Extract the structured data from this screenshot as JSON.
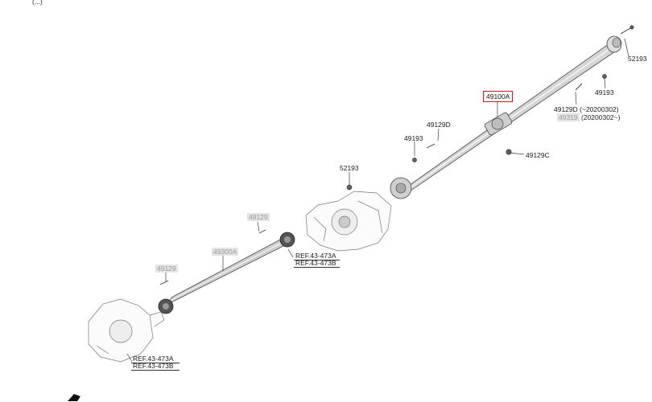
{
  "labels": {
    "top_corner_fragment": "(...)",
    "l52193_top": "52193",
    "l49193_right": "49193",
    "l49100A": "49100A",
    "l49129D_a": "49129D",
    "l49129D_b": "(~20200302)",
    "l49319": "49319",
    "l49319_date": "(20200302~)",
    "l49129D_mid": "49129D",
    "l49193_mid": "49193",
    "l49129C": "49129C",
    "l52193_mid": "52193",
    "l49129_upper": "49129",
    "l49300A": "49300A",
    "l49129_lower": "49129",
    "ref_mid_a": "REF.43-473A",
    "ref_mid_b": "REF.43-473B",
    "ref_low_a": "REF.43-473A",
    "ref_low_b": "REF.43-473B"
  },
  "colors": {
    "highlight": "#cc1d2b",
    "gray_label_bg": "#e4e4e4",
    "line": "#3a3a3a",
    "shaft_fill": "#d9d9d9"
  }
}
